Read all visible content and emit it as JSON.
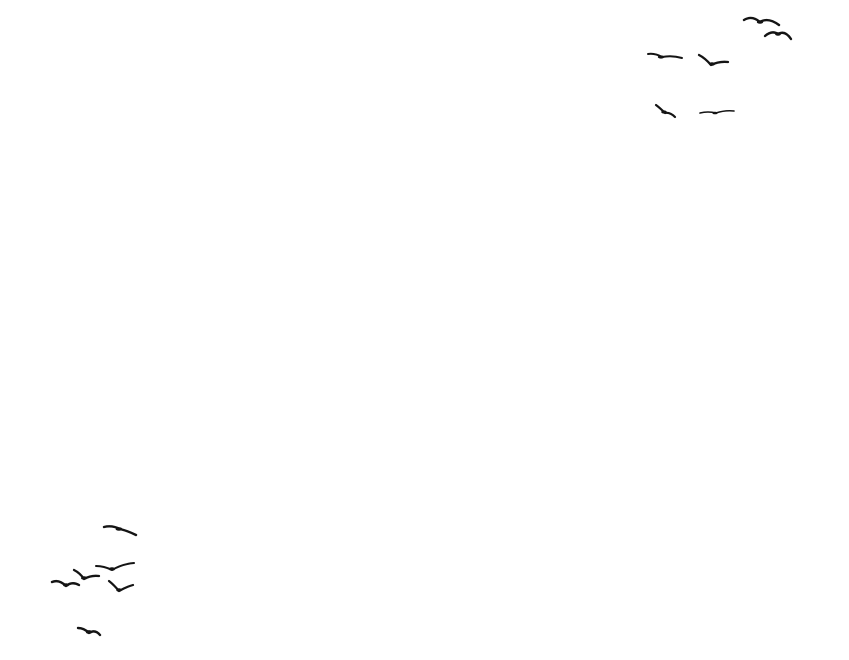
{
  "scene": {
    "background_color": "#ffffff",
    "bird_color": "#141414",
    "flocks": [
      {
        "name": "top-right-flock",
        "bird_count": 6,
        "birds": [
          {
            "name": "bird-1",
            "icon": "gull-silhouette-icon"
          },
          {
            "name": "bird-2",
            "icon": "gull-silhouette-icon"
          },
          {
            "name": "bird-3",
            "icon": "gull-silhouette-icon"
          },
          {
            "name": "bird-4",
            "icon": "gull-silhouette-icon"
          },
          {
            "name": "bird-5",
            "icon": "gull-silhouette-icon"
          },
          {
            "name": "bird-6",
            "icon": "gull-silhouette-icon"
          }
        ]
      },
      {
        "name": "bottom-left-flock",
        "bird_count": 6,
        "birds": [
          {
            "name": "bird-1",
            "icon": "gull-silhouette-icon"
          },
          {
            "name": "bird-2",
            "icon": "gull-silhouette-icon"
          },
          {
            "name": "bird-3",
            "icon": "gull-silhouette-icon"
          },
          {
            "name": "bird-4",
            "icon": "gull-silhouette-icon"
          },
          {
            "name": "bird-5",
            "icon": "gull-silhouette-icon"
          },
          {
            "name": "bird-6",
            "icon": "gull-silhouette-icon"
          }
        ]
      }
    ]
  }
}
